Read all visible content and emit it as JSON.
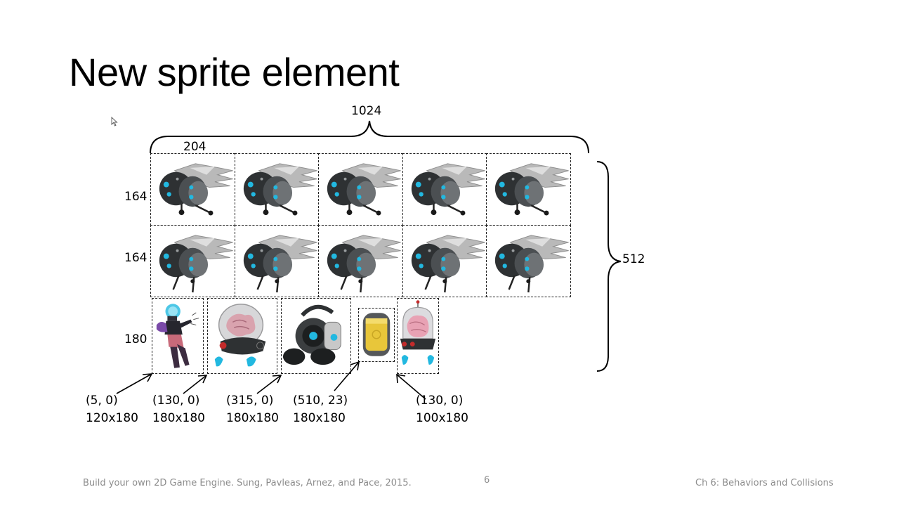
{
  "slide": {
    "title": "New sprite element",
    "page_number": "6"
  },
  "diagram": {
    "width_label": "1024",
    "cell_width_label": "204",
    "height_label": "512",
    "row_heights": [
      "164",
      "164",
      "180"
    ],
    "robot_rows": 2,
    "robot_cols": 5,
    "sprites": [
      {
        "name": "hero",
        "icon": "hero-icon",
        "coord": "(5, 0)",
        "size": "120x180"
      },
      {
        "name": "brain-portal",
        "icon": "brain-portal-icon",
        "coord": "(130, 0)",
        "size": "180x180"
      },
      {
        "name": "dye-pack-robot",
        "icon": "dye-pack-robot-icon",
        "coord": "(315, 0)",
        "size": "180x180"
      },
      {
        "name": "yellow-capsule",
        "icon": "yellow-capsule-icon",
        "coord": "(510, 23)",
        "size": "180x180"
      },
      {
        "name": "pink-brain-jar",
        "icon": "pink-brain-jar-icon",
        "coord": "(130, 0)",
        "size": "100x180"
      }
    ]
  },
  "footer": {
    "left": "Build your own 2D Game Engine. Sung, Pavleas, Arnez, and Pace, 2015.",
    "right": "Ch 6: Behaviors and Collisions"
  },
  "colors": {
    "robot_cyan": "#22b8e0",
    "robot_dark": "#2e3133",
    "wing_gray": "#b9b9b9",
    "capsule_yellow": "#e8c63a",
    "brain_pink": "#e8a2b4",
    "hero_purple": "#7a4aa8",
    "footer_gray": "#8c8c8c"
  }
}
